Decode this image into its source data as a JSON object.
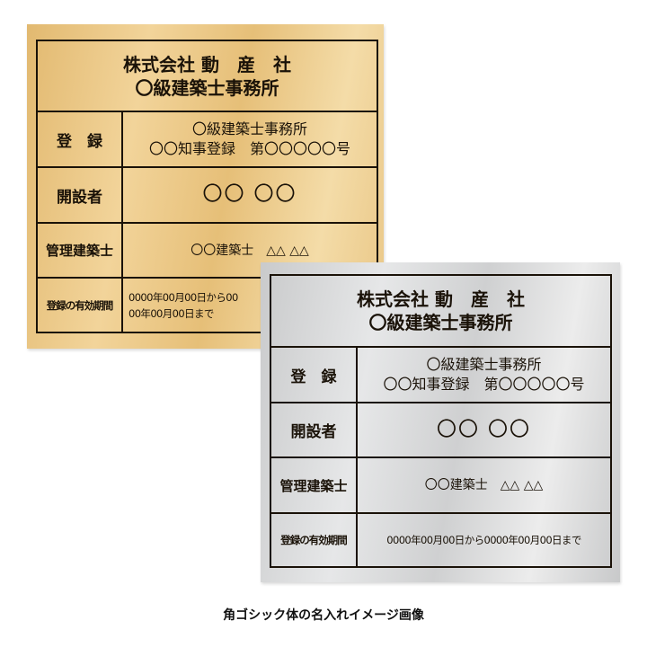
{
  "plate": {
    "company": "株式会社 動　産　社",
    "office": "〇級建築士事務所",
    "rows": [
      {
        "label": "登　録",
        "value_line1": "〇級建築士事務所",
        "value_line2": "〇〇知事登録　第〇〇〇〇〇号"
      },
      {
        "label": "開設者",
        "value": "〇〇 〇〇"
      },
      {
        "label": "管理建築士",
        "value": "〇〇建築士　△△ △△"
      },
      {
        "label": "登録の有効期間",
        "value": "0000年00月00日から0000年00月00日まで"
      }
    ]
  },
  "colors": {
    "gold": "#ecc98a",
    "silver": "#dcdddd",
    "ink": "#1a1208"
  },
  "caption": "角ゴシック体の名入れイメージ画像"
}
